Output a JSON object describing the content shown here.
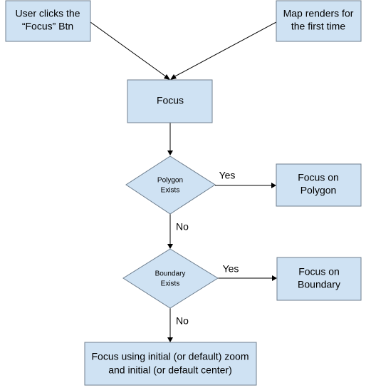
{
  "nodes": {
    "user_clicks": {
      "lines": [
        "User clicks the",
        "“Focus” Btn"
      ]
    },
    "map_renders": {
      "lines": [
        "Map renders for",
        "the first time"
      ]
    },
    "focus": {
      "lines": [
        "Focus"
      ]
    },
    "polygon_exists": {
      "lines": [
        "Polygon",
        "Exists"
      ]
    },
    "focus_on_polygon": {
      "lines": [
        "Focus on",
        "Polygon"
      ]
    },
    "boundary_exists": {
      "lines": [
        "Boundary",
        "Exists"
      ]
    },
    "focus_on_boundary": {
      "lines": [
        "Focus on",
        "Boundary"
      ]
    },
    "focus_default": {
      "lines": [
        "Focus using initial (or default) zoom",
        "and initial (or default center)"
      ]
    }
  },
  "edge_labels": {
    "polygon_yes": "Yes",
    "polygon_no": "No",
    "boundary_yes": "Yes",
    "boundary_no": "No"
  },
  "colors": {
    "node_fill": "#cfe2f3",
    "node_stroke": "#6f7f8f",
    "edge": "#000000"
  }
}
